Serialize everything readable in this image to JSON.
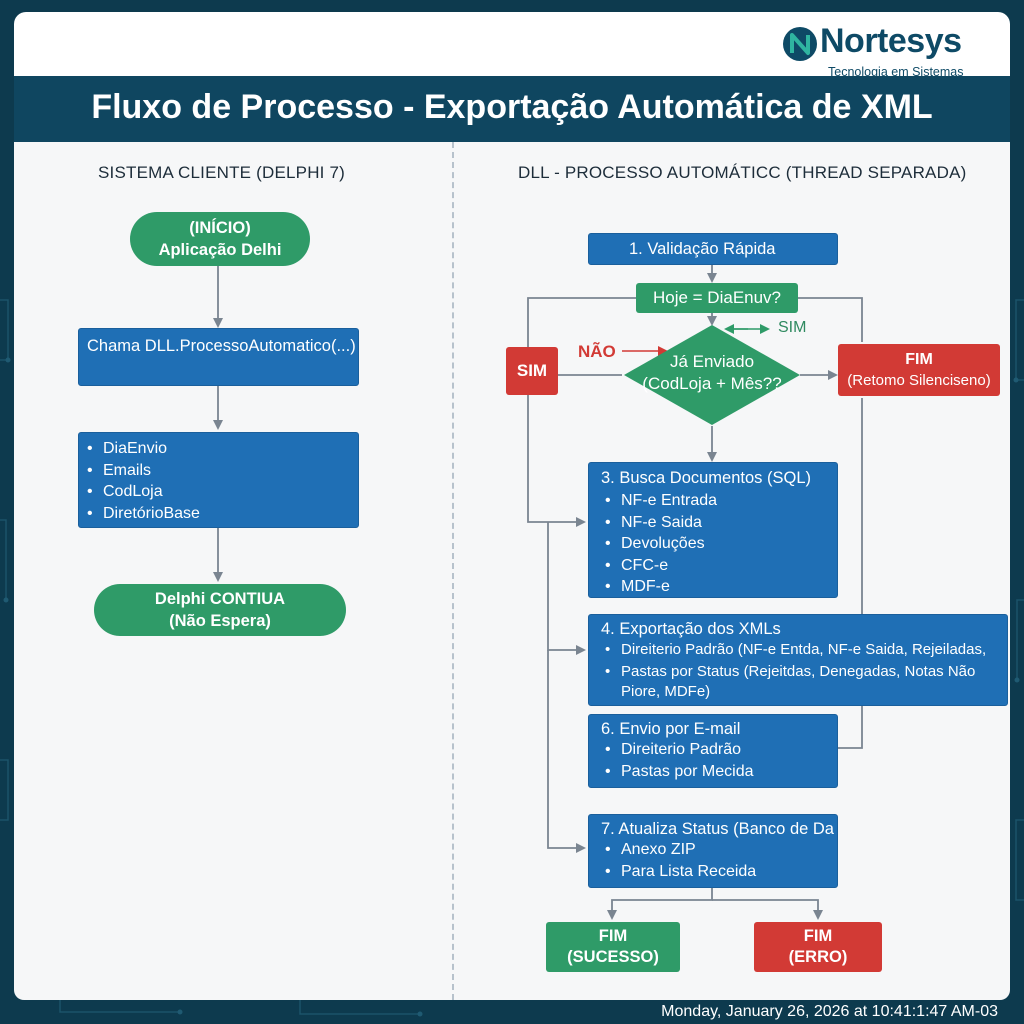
{
  "brand": {
    "name": "Nortesys",
    "tagline": "Tecnologia em Sistemas"
  },
  "title": "Fluxo de Processo - Exportação Automática de XML",
  "left_column": {
    "header": "SISTEMA CLIENTE (DELPHI 7)",
    "start": {
      "line1": "(INÍCIO)",
      "line2": "Aplicação Delhi"
    },
    "call": "Chama DLL.ProcessoAutomatico(...)",
    "params": [
      "DiaEnvio",
      "Emails",
      "CodLoja",
      "DiretórioBase"
    ],
    "end": {
      "line1": "Delphi CONTIUA",
      "line2": "(Não Espera)"
    }
  },
  "right_column": {
    "header": "DLL - PROCESSO AUTOMÁTICC (THREAD SEPARADA)",
    "step1": "1. Validação Rápida",
    "check": "Hoje = DiaEnuv?",
    "label_sim_top": "SIM",
    "label_nao": "NÃO",
    "diamond": {
      "line1": "Já Enviado",
      "line2": "(CodLoja + Mês??"
    },
    "sim_box": "SIM",
    "fim_silent": {
      "line1": "FIM",
      "line2": "(Retomo Silenciseno)"
    },
    "step3": {
      "title": "3. Busca Documentos (SQL)",
      "items": [
        "NF-e Entrada",
        "NF-e Saida",
        "Devoluções",
        "CFC-e",
        "MDF-e"
      ]
    },
    "step4": {
      "title": "4. Exportação dos XMLs",
      "items": [
        "Direiterio Padrão (NF-e Entda, NF-e Saida, Rejeiladas,",
        "Pastas por Status (Rejeitdas, Denegadas, Notas Não"
      ],
      "continuation": "Piore, MDFe)"
    },
    "step6": {
      "title": "6. Envio por E-mail",
      "items": [
        "Direiterio Padrão",
        "Pastas por Mecida"
      ]
    },
    "step7": {
      "title": "7. Atualiza Status (Banco de Da",
      "items": [
        "Anexo ZIP",
        "Para Lista Receida"
      ]
    },
    "fim_success": {
      "line1": "FIM",
      "line2": "(SUCESSO)"
    },
    "fim_error": {
      "line1": "FIM",
      "line2": "(ERRO)"
    }
  },
  "timestamp": "Monday, January 26, 2026 at 10:41:1:47 AM-03",
  "colors": {
    "background": "#0d3a4e",
    "process_blue": "#1f6fb5",
    "terminal_green": "#2f9b68",
    "terminal_red": "#d23a35",
    "connector": "#7a8591"
  }
}
